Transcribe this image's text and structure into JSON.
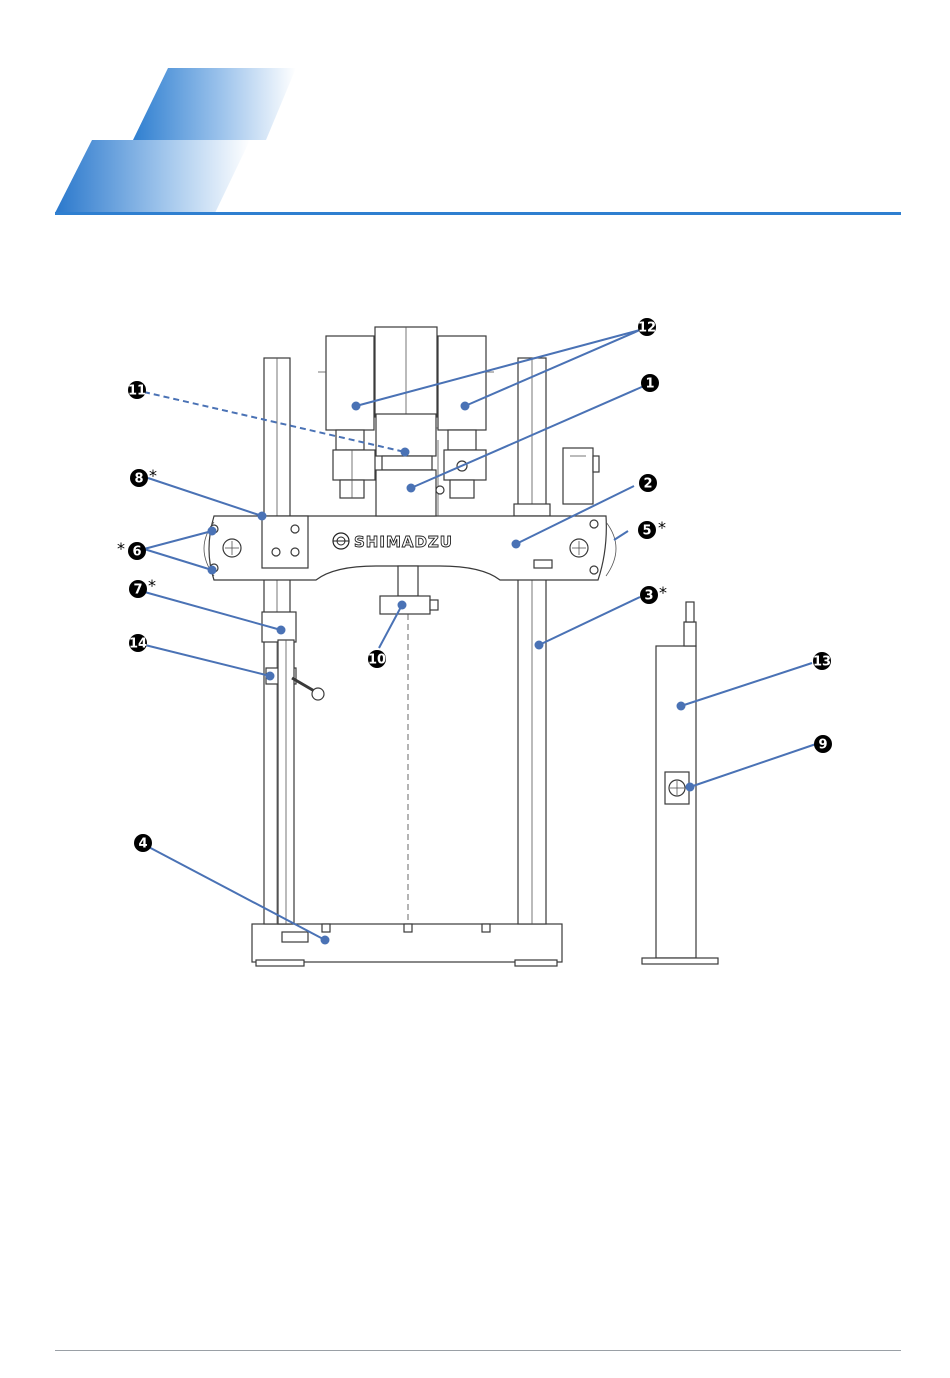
{
  "brand": {
    "logo_text": "SHIMADZU"
  },
  "colors": {
    "accent": "#2f7fd0",
    "leader": "#4a72b5",
    "rule": "#2f7fd0",
    "footer_rule": "#9aa0a6"
  },
  "callouts": [
    {
      "id": "c1",
      "label": "1",
      "asterisk": ""
    },
    {
      "id": "c2",
      "label": "2",
      "asterisk": ""
    },
    {
      "id": "c3",
      "label": "3",
      "asterisk": "*"
    },
    {
      "id": "c4",
      "label": "4",
      "asterisk": ""
    },
    {
      "id": "c5",
      "label": "5",
      "asterisk": "*"
    },
    {
      "id": "c6",
      "label": "6",
      "asterisk": "*"
    },
    {
      "id": "c7",
      "label": "7",
      "asterisk": "*"
    },
    {
      "id": "c8",
      "label": "8",
      "asterisk": "*"
    },
    {
      "id": "c9",
      "label": "9",
      "asterisk": ""
    },
    {
      "id": "c10",
      "label": "10",
      "asterisk": ""
    },
    {
      "id": "c11",
      "label": "11",
      "asterisk": ""
    },
    {
      "id": "c12",
      "label": "12",
      "asterisk": ""
    },
    {
      "id": "c13",
      "label": "13",
      "asterisk": ""
    },
    {
      "id": "c14",
      "label": "14",
      "asterisk": ""
    }
  ]
}
